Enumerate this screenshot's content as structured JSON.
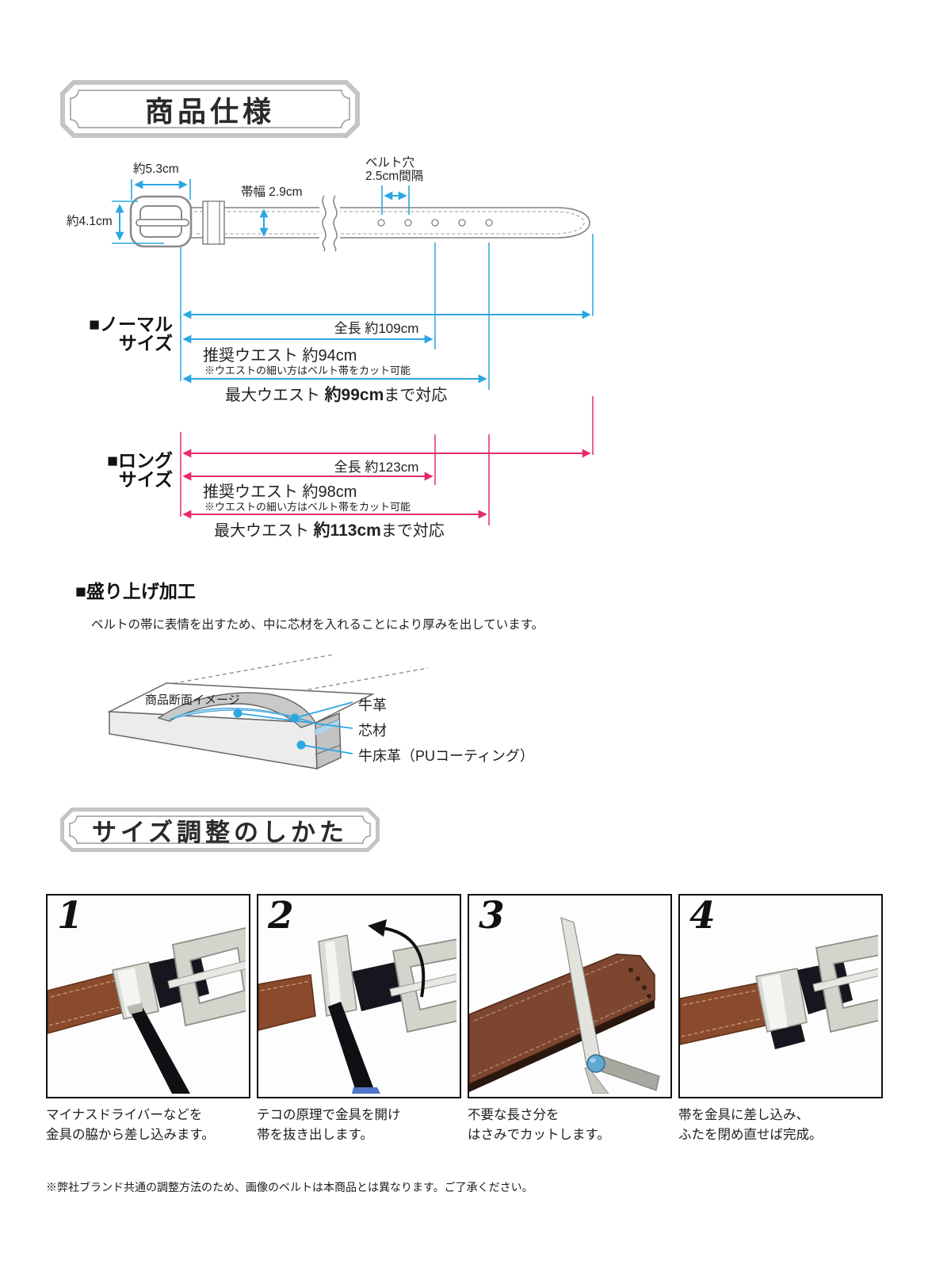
{
  "colors": {
    "cyan": "#2BA7E1",
    "pink": "#E72A6E",
    "core_blue": "#A9D7EF"
  },
  "spec": {
    "title": "商品仕様",
    "dim_buckle_width": "約5.3cm",
    "dim_buckle_height": "約4.1cm",
    "dim_strap_width": "帯幅 2.9cm",
    "dim_holes_1": "ベルト穴",
    "dim_holes_2": "2.5cm間隔",
    "normal": {
      "name_1": "■ノーマル",
      "name_2": "サイズ",
      "total": "全長 約109cm",
      "recommended": "推奨ウエスト 約94cm",
      "cut_note": "※ウエストの細い方はベルト帯をカット可能",
      "max_prefix": "最大ウエスト ",
      "max_value": "約99cm",
      "max_suffix": "まで対応"
    },
    "long": {
      "name_1": "■ロング",
      "name_2": "サイズ",
      "total": "全長 約123cm",
      "recommended": "推奨ウエスト 約98cm",
      "cut_note": "※ウエストの細い方はベルト帯をカット可能",
      "max_prefix": "最大ウエスト ",
      "max_value": "約113cm",
      "max_suffix": "まで対応"
    }
  },
  "raised": {
    "heading": "■盛り上げ加工",
    "body": "ベルトの帯に表情を出すため、中に芯材を入れることにより厚みを出しています。",
    "diagram_label": "商品断面イメージ",
    "layer_top": "牛革",
    "layer_core": "芯材",
    "layer_bottom": "牛床革（PUコーティング）"
  },
  "adjust": {
    "title": "サイズ調整のしかた",
    "steps": [
      {
        "num": "1",
        "caption_1": "マイナスドライバーなどを",
        "caption_2": "金具の脇から差し込みます。"
      },
      {
        "num": "2",
        "caption_1": "テコの原理で金具を開け",
        "caption_2": "帯を抜き出します。"
      },
      {
        "num": "3",
        "caption_1": "不要な長さ分を",
        "caption_2": "はさみでカットします。"
      },
      {
        "num": "4",
        "caption_1": "帯を金具に差し込み、",
        "caption_2": "ふたを閉め直せば完成。"
      }
    ],
    "footnote": "※弊社ブランド共通の調整方法のため、画像のベルトは本商品とは異なります。ご了承ください。"
  }
}
